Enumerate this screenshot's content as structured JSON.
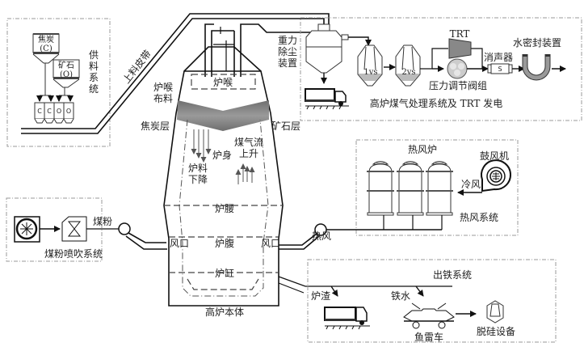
{
  "supply_system": {
    "title": "供料系统",
    "coke_bin": [
      "焦炭",
      "(C)"
    ],
    "ore_bin": [
      "矿石",
      "(O)"
    ],
    "hoppers": [
      "C",
      "C",
      "O",
      "O"
    ],
    "belt_label": "上料皮带"
  },
  "furnace": {
    "title": "高炉本体",
    "throat": "炉喉",
    "throat_charging": [
      "炉喉",
      "布料"
    ],
    "coke_layer": "焦炭层",
    "ore_layer": "矿石层",
    "shaft": "炉身",
    "burden_descent": [
      "炉料",
      "下降"
    ],
    "gas_rise": [
      "煤气流",
      "上升"
    ],
    "belly": "炉腰",
    "bosh": "炉腹",
    "tuyere_left": "风口",
    "tuyere_right": "风口",
    "hearth": "炉缸"
  },
  "gas_system": {
    "title": "高炉煤气处理系统及 TRT 发电",
    "dust_catcher": [
      "重力",
      "除尘",
      "装置"
    ],
    "venturi_1": "1vs",
    "venturi_2": "2vs",
    "trt": "TRT",
    "pressure_valve": "压力调节阀组",
    "silencer": "消声器",
    "silencer_mark": "S",
    "water_seal": "水密封装置"
  },
  "hot_blast_system": {
    "title": "热风系统",
    "stoves": "热风炉",
    "blower": "鼓风机",
    "cold_air": "冷风",
    "hot_air": "热风"
  },
  "coal_injection": {
    "title": "煤粉喷吹系统",
    "coal_powder": "煤粉"
  },
  "tapping_system": {
    "title": "出铁系统",
    "slag": "炉渣",
    "hot_metal": "铁水",
    "torpedo_car": "鱼雷车",
    "desilication": "脱硅设备"
  }
}
